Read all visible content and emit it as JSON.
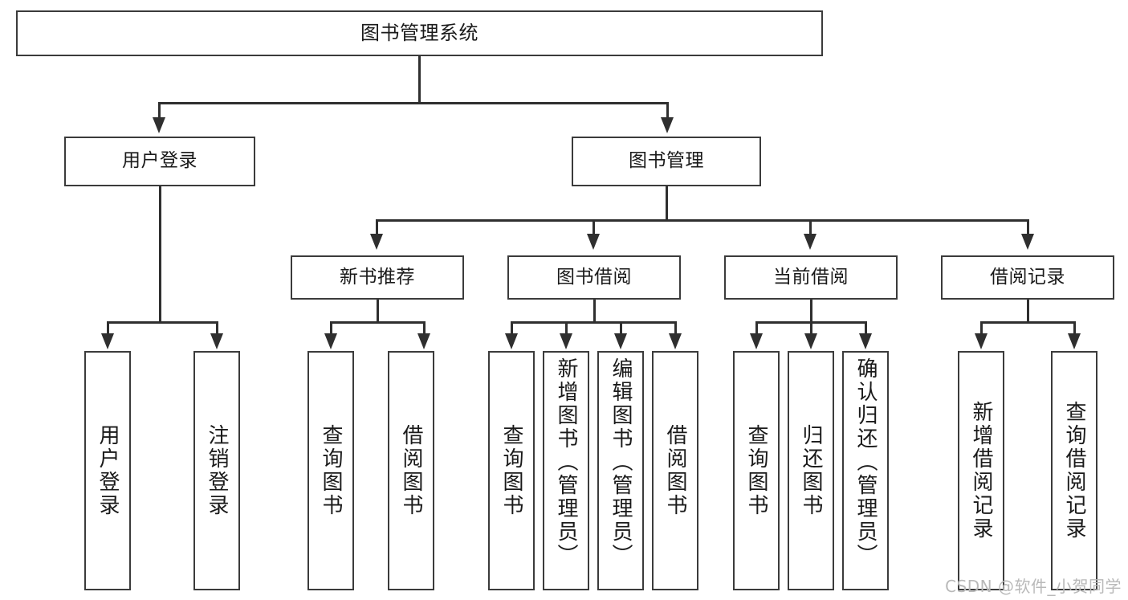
{
  "diagram": {
    "title": "图书管理系统",
    "root": {
      "label": "图书管理系统"
    },
    "level2": [
      {
        "label": "用户登录"
      },
      {
        "label": "图书管理"
      }
    ],
    "level3": [
      {
        "label": "新书推荐"
      },
      {
        "label": "图书借阅"
      },
      {
        "label": "当前借阅"
      },
      {
        "label": "借阅记录"
      }
    ],
    "leaves": {
      "user_login": [
        {
          "label": "用户登录"
        },
        {
          "label": "注销登录"
        }
      ],
      "new_book_recommend": [
        {
          "label": "查询图书"
        },
        {
          "label": "借阅图书"
        }
      ],
      "book_borrow": [
        {
          "label": "查询图书"
        },
        {
          "label": "新增图书（管理员）"
        },
        {
          "label": "编辑图书（管理员）"
        },
        {
          "label": "借阅图书"
        }
      ],
      "current_borrow": [
        {
          "label": "查询图书"
        },
        {
          "label": "归还图书"
        },
        {
          "label": "确认归还（管理员）"
        }
      ],
      "borrow_record": [
        {
          "label": "新增借阅记录"
        },
        {
          "label": "查询借阅记录"
        }
      ]
    }
  },
  "watermark": {
    "text": "CSDN @软件_小贺同学"
  },
  "colors": {
    "box_border": "#3b3b3b",
    "connector": "#2f2f2f",
    "background": "#ffffff",
    "watermark": "#b9b9b9"
  }
}
